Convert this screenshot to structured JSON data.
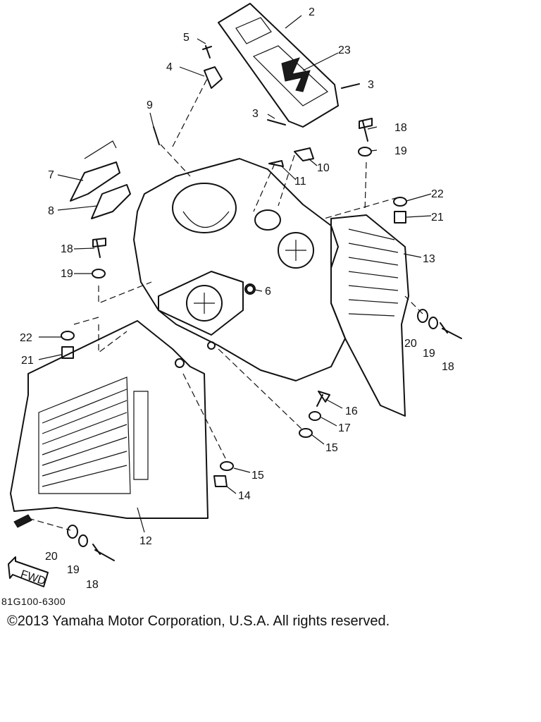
{
  "diagram": {
    "part_labels": [
      "2",
      "23",
      "3",
      "5",
      "4",
      "3",
      "18",
      "19",
      "9",
      "10",
      "11",
      "7",
      "8",
      "22",
      "21",
      "13",
      "18",
      "19",
      "6",
      "22",
      "21",
      "20",
      "19",
      "18",
      "16",
      "17",
      "15",
      "15",
      "14",
      "12",
      "20",
      "19",
      "18"
    ],
    "fwd_label": "FWD",
    "code": "81G100-6300"
  },
  "footer": {
    "copyright": "©2013 Yamaha Motor Corporation, U.S.A. All rights reserved."
  }
}
